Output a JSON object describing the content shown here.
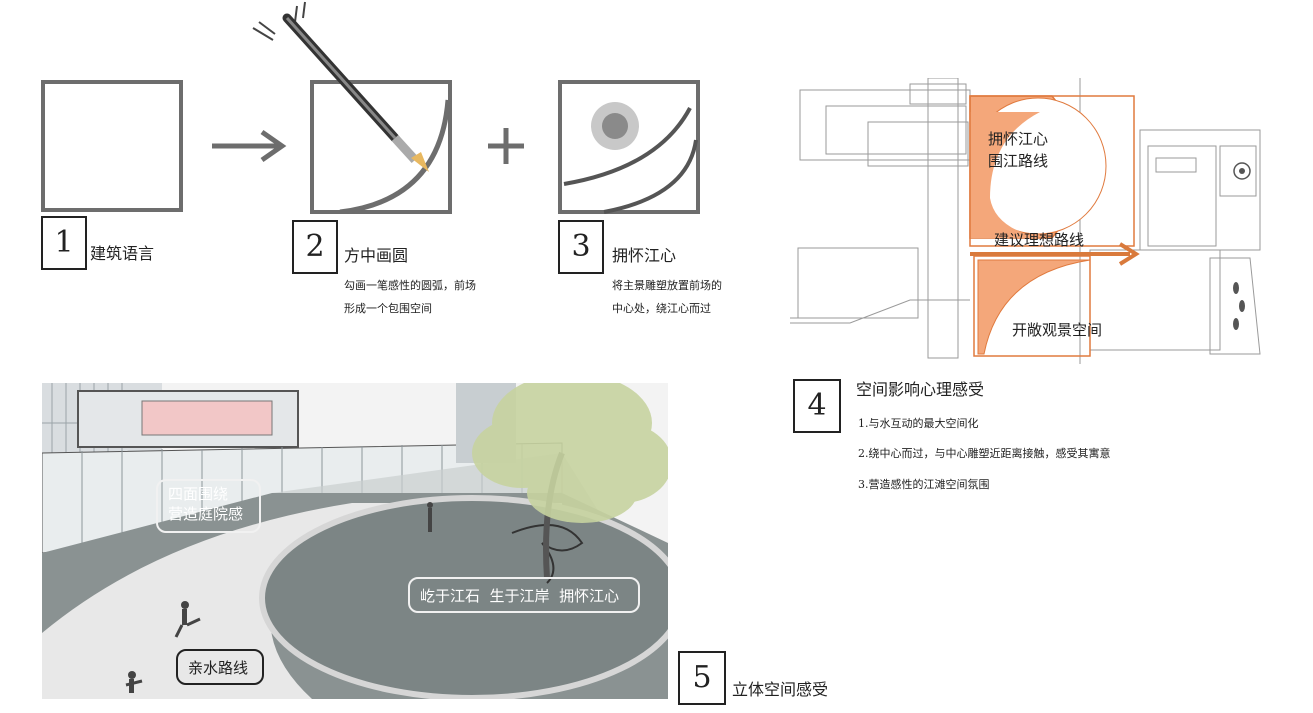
{
  "steps": [
    {
      "num": "1",
      "title": "建筑语言"
    },
    {
      "num": "2",
      "title": "方中画圆",
      "note_lines": [
        "勾画一笔感性的圆弧，前场",
        "形成一个包围空间"
      ]
    },
    {
      "num": "3",
      "title": "拥怀江心",
      "note_lines": [
        "将主景雕塑放置前场的",
        "中心处，绕江心而过"
      ]
    }
  ],
  "plan": {
    "label_center": "拥怀江心\n围江路线",
    "label_route": "建议理想路线",
    "label_open": "开敞观景空间"
  },
  "section4": {
    "num": "4",
    "title": "空间影响心理感受",
    "items": [
      "1.与水互动的最大空间化",
      "2.绕中心而过，与中心雕塑近距离接触，感受其寓意",
      "3.营造感性的江滩空间氛围"
    ]
  },
  "render": {
    "bubble_courtyard": "四面围绕\n营造庭院感",
    "bubble_rock": "屹于江石  生于江岸  拥怀江心",
    "bubble_path": "亲水路线"
  },
  "section5": {
    "num": "5",
    "title": "立体空间感受"
  },
  "colors": {
    "accent_orange": "#f4a77a",
    "arrow_orange": "#d97a3c",
    "stroke_gray": "#6d6d6d",
    "water": "#7c8585"
  }
}
